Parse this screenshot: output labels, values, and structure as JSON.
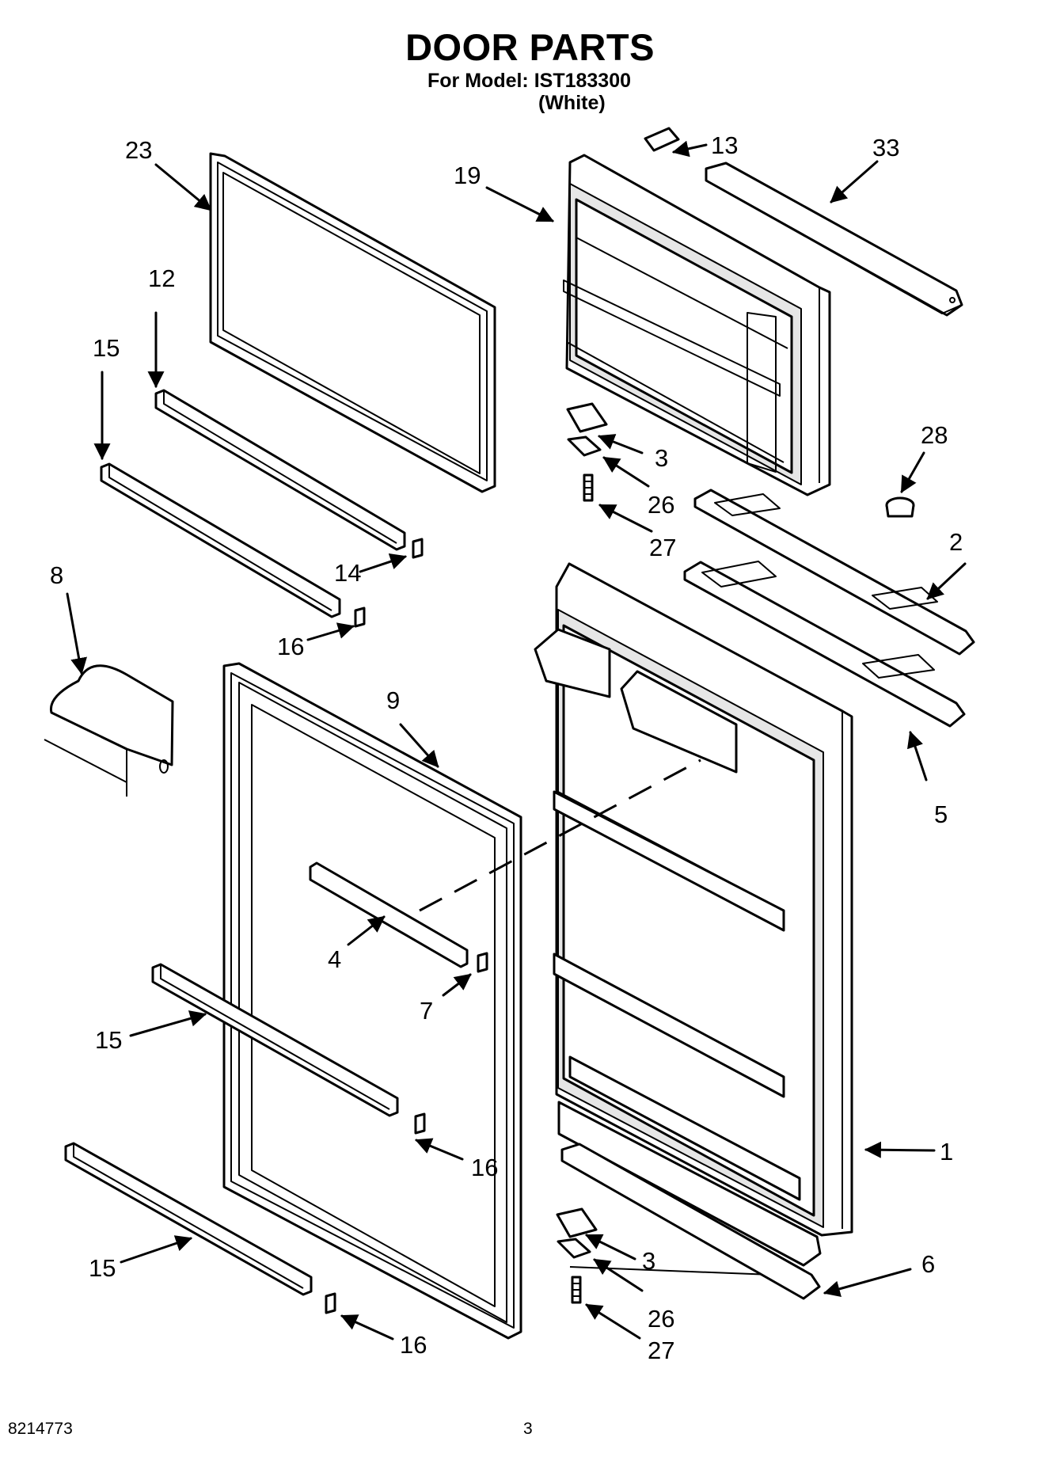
{
  "header": {
    "title": "DOOR PARTS",
    "model_line": "For Model: IST183300",
    "model_color": "(White)"
  },
  "footer": {
    "document_number": "8214773",
    "page_number": "3"
  },
  "callouts": {
    "p1": "1",
    "p2": "2",
    "p3a": "3",
    "p3b": "3",
    "p4": "4",
    "p5": "5",
    "p6": "6",
    "p7": "7",
    "p8": "8",
    "p9": "9",
    "p12": "12",
    "p13": "13",
    "p14": "14",
    "p15a": "15",
    "p15b": "15",
    "p15c": "15",
    "p16a": "16",
    "p16b": "16",
    "p16c": "16",
    "p19": "19",
    "p23": "23",
    "p26a": "26",
    "p26b": "26",
    "p27a": "27",
    "p27b": "27",
    "p28": "28",
    "p33": "33"
  },
  "colors": {
    "line": "#000000",
    "background": "#ffffff",
    "fill": "#e6e6e6"
  }
}
